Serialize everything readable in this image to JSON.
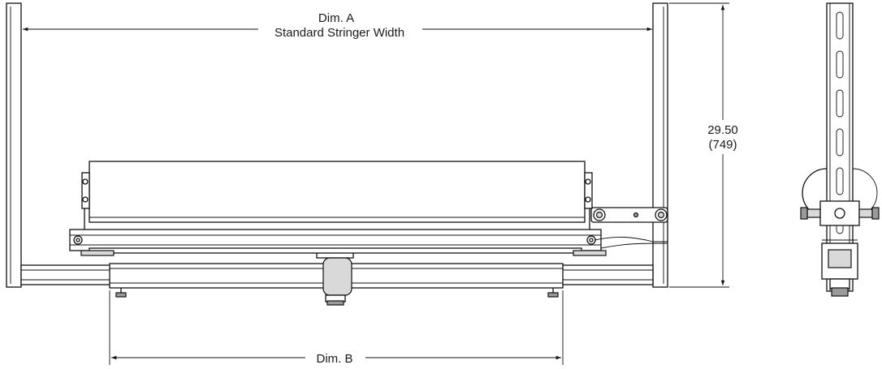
{
  "labels": {
    "dim_a": "Dim. A",
    "dim_a_caption": "Standard Stringer Width",
    "height_in": "29.50",
    "height_mm": "(749)",
    "dim_b": "Dim. B"
  },
  "colors": {
    "line": "#111111",
    "fill_light": "#d9d9d9",
    "fill_dark": "#9a9a9a"
  }
}
